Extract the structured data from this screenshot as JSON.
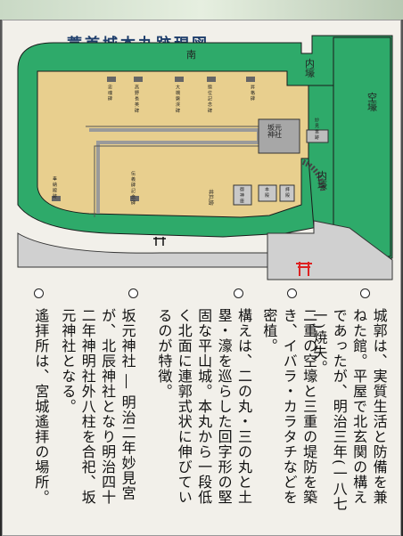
{
  "title": "蓑首城本丸跡現図",
  "map": {
    "south": "南",
    "inner_moat_top": "内\n壕",
    "inner_moat_side": "内\n壕",
    "dry_moat": "空\n壕",
    "shrine": "坂元\n神社",
    "well": "井\n戸\n跡",
    "labels": {
      "l1": "忠\n魂\n碑",
      "l2": "高\n野\n長\n英\n碑",
      "l3": "大\n槻\n磐\n渓\n碑",
      "l4": "贈\n位\n記\n念\n碑",
      "l5": "昇\n格\n碑",
      "l6": "妙\n見\n宮\n跡",
      "l7": "拝\n殿",
      "l8": "本\n殿",
      "l9": "御\n神\n庫",
      "l10": "奉\n納\n殿\n跡",
      "l11": "伝\n義\n碑\n記\n念\n碑"
    }
  },
  "text": {
    "c1": "城郭は、実質生活と防備を兼ねた館。平屋で北玄関の構えであったが、明治三年(一八七一)焼失。",
    "c2": "二重の空壕と三重の堤防を築き、イバラ・カラタチなどを密植。",
    "c3": "構えは、二の丸・三の丸と土塁・濠を巡らした回字形の堅固な平山城。本丸から一段低く北面に連郭式状に伸びているのが特徴。",
    "c4": "坂元神社 ― 明治二年妙見宮が、北辰神社となり明治四十二年神明社外八柱を合祀、坂元神社となる。",
    "c5": "遙拝所は、宮城遙拝の場所。"
  },
  "colors": {
    "moat": "#2eaa6a",
    "ground": "#e8cf8e",
    "path": "#cfcfcf",
    "text": "#1d3d6b"
  }
}
